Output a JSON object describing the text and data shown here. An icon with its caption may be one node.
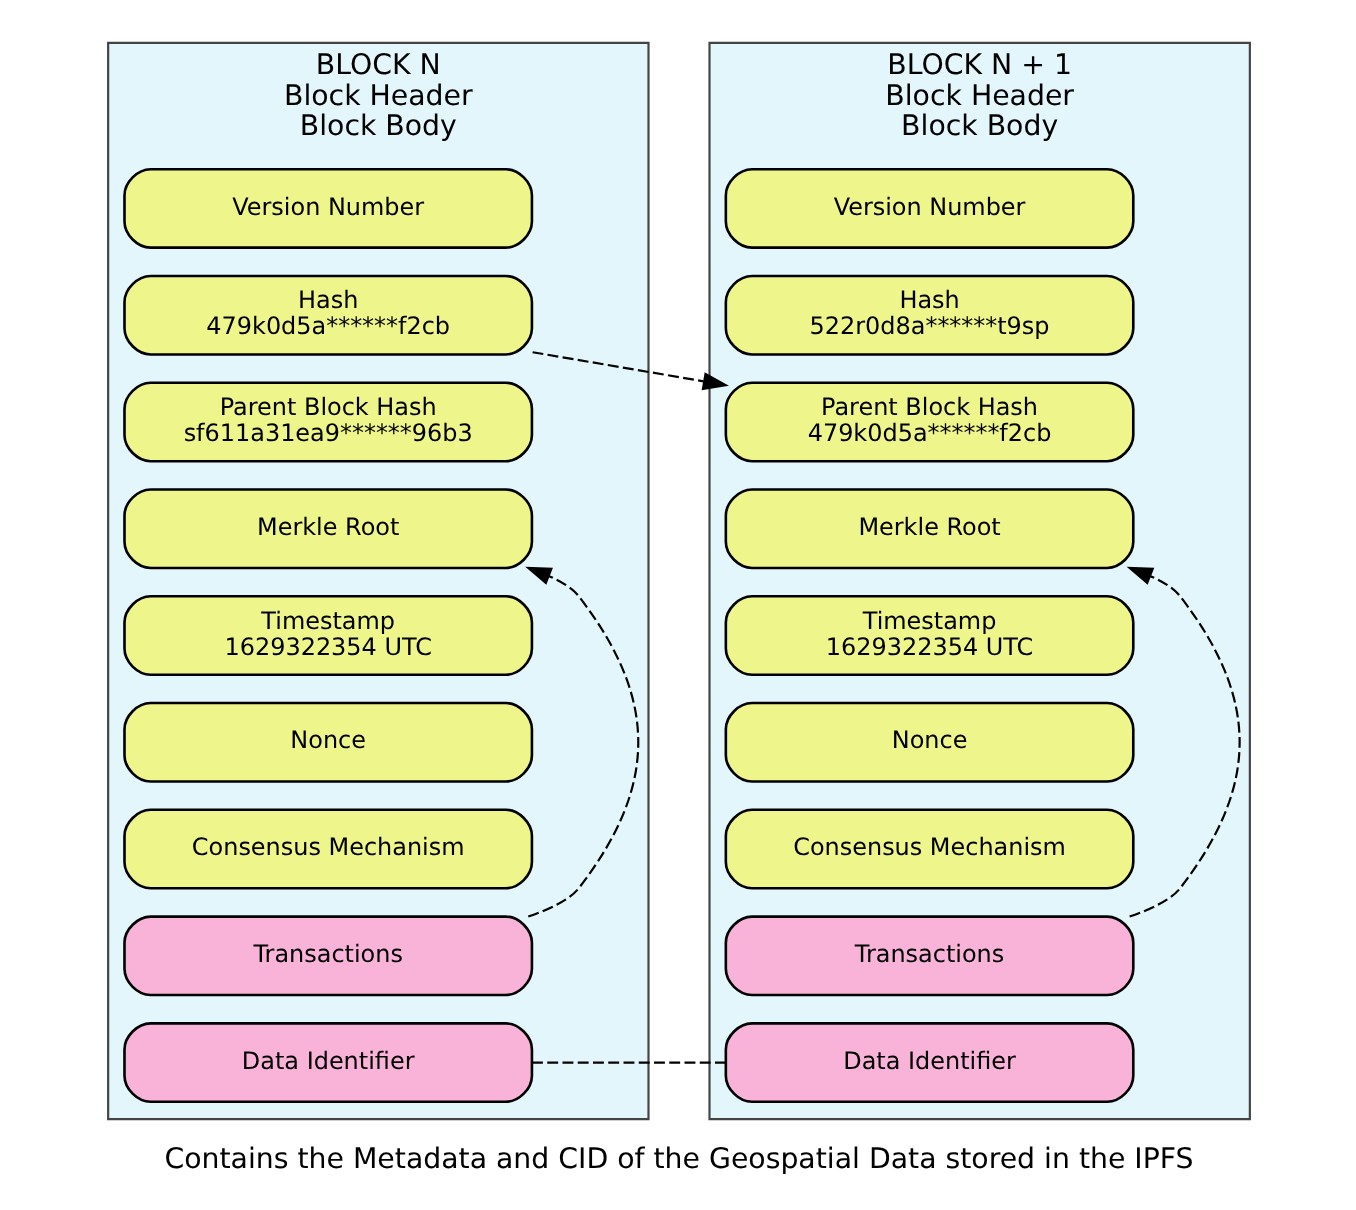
{
  "diagram": {
    "nodes": [
      {
        "text": [
          "BLOCK N",
          "Block Header",
          "Block Body"
        ]
      },
      {
        "text": [
          "Version Number"
        ],
        "in": 0
      },
      {
        "text": [
          "Hash",
          "479k0d5a******f2cb"
        ],
        "in": 0
      },
      {
        "text": [
          "Parent Block Hash",
          "sf611a31ea9******96b3"
        ],
        "in": 0
      },
      {
        "text": [
          "Merkle Root"
        ],
        "in": 0
      },
      {
        "text": [
          "Timestamp",
          "1629322354 UTC"
        ],
        "in": 0
      },
      {
        "text": [
          "Nonce"
        ],
        "in": 0
      },
      {
        "text": [
          "Consensus Mechanism"
        ],
        "in": 0
      },
      {
        "text": [
          "Transactions"
        ],
        "in": 0
      },
      {
        "text": [
          "Data Identifier"
        ],
        "in": 0
      },
      {
        "text": [
          "BLOCK N + 1",
          "Block Header",
          "Block Body"
        ]
      },
      {
        "text": [
          "Version Number"
        ],
        "in": 10
      },
      {
        "text": [
          "Hash",
          "522r0d8a******t9sp"
        ],
        "in": 10
      },
      {
        "text": [
          "Parent Block Hash",
          "479k0d5a******f2cb"
        ],
        "in": 10
      },
      {
        "text": [
          "Merkle Root"
        ],
        "in": 10
      },
      {
        "text": [
          "Timestamp",
          "1629322354 UTC"
        ],
        "in": 10
      },
      {
        "text": [
          "Nonce"
        ],
        "in": 10
      },
      {
        "text": [
          "Consensus Mechanism"
        ],
        "in": 10
      },
      {
        "text": [
          "Transactions"
        ],
        "in": 10
      },
      {
        "text": [
          "Data Identifier"
        ],
        "in": 10
      }
    ],
    "edges": [
      {
        "from": 2,
        "to": 13,
        "arrow": "to",
        "style": "dashed"
      },
      {
        "from": 8,
        "to": 4,
        "arrow": "to",
        "style": "dashed"
      },
      {
        "from": 18,
        "to": 14,
        "arrow": "to",
        "style": "dashed"
      },
      {
        "from": 9,
        "to": 19,
        "arrow": "none",
        "style": "dashed"
      }
    ],
    "caption": "Contains the Metadata and CID of the Geospatial Data stored in the IPFS"
  }
}
